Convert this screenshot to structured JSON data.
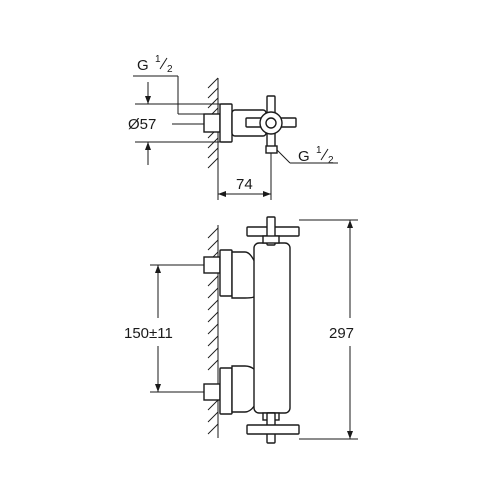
{
  "dimensions": {
    "thread_top": {
      "prefix": "G",
      "numerator": "1",
      "denominator": "2"
    },
    "rosette_diameter": "Ø57",
    "thread_side": {
      "prefix": "G",
      "numerator": "1",
      "denominator": "2"
    },
    "projection": "74",
    "center_distance": "150±11",
    "total_length": "297"
  }
}
